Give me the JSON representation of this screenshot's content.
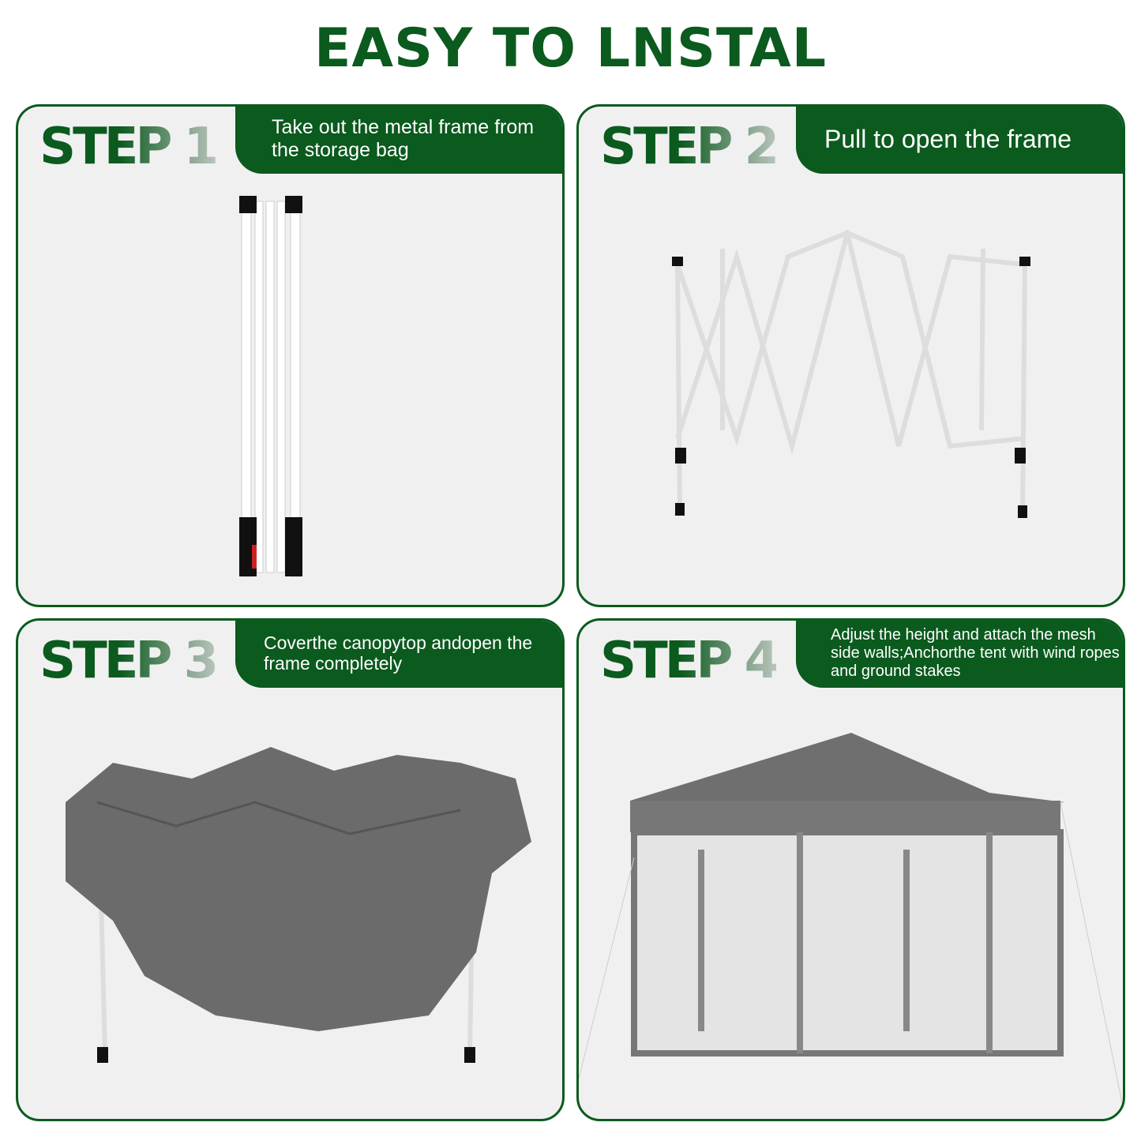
{
  "title": "EASY TO LNSTAL",
  "steps": [
    {
      "label": "STEP 1",
      "text": "Take out the metal frame from the storage bag"
    },
    {
      "label": "STEP 2",
      "text": "Pull to open the frame"
    },
    {
      "label": "STEP 3",
      "text": "Coverthe canopytop andopen the frame completely"
    },
    {
      "label": "STEP 4",
      "text": "Adjust the height and attach the mesh side walls;Anchorthe tent with wind ropes and ground stakes"
    }
  ],
  "colors": {
    "brand": "#0b5a1e",
    "panel": "#f0f0f0"
  }
}
